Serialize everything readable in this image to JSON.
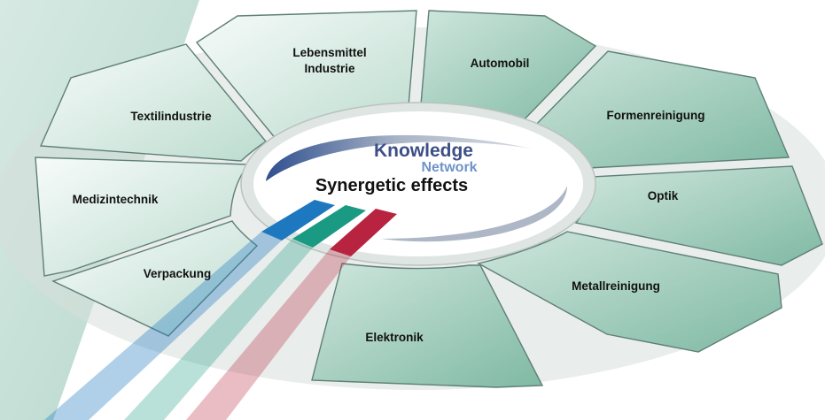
{
  "diagram": {
    "segments": [
      {
        "id": "lebensmittel",
        "lines": [
          "Lebensmittel",
          "Industrie"
        ]
      },
      {
        "id": "automobil",
        "lines": [
          "Automobil"
        ]
      },
      {
        "id": "formenreinigung",
        "lines": [
          "Formenreinigung"
        ]
      },
      {
        "id": "optik",
        "lines": [
          "Optik"
        ]
      },
      {
        "id": "metallreinigung",
        "lines": [
          "Metallreinigung"
        ]
      },
      {
        "id": "elektronik",
        "lines": [
          "Elektronik"
        ]
      },
      {
        "id": "verpackung",
        "lines": [
          "Verpackung"
        ]
      },
      {
        "id": "medizintechnik",
        "lines": [
          "Medizintechnik"
        ]
      },
      {
        "id": "textilindustrie",
        "lines": [
          "Textilindustrie"
        ]
      }
    ],
    "hub": {
      "line1": "Knowledge",
      "line2": "Network",
      "line3": "Synergetic effects"
    },
    "colors": {
      "segment_light": "#f4faf8",
      "segment_dark": "#8ec2b0",
      "segment_edge": "#6f8f86",
      "backdrop": "#cfe4dc",
      "ring_gray": "#9aa5b8",
      "ring_blue": "#4a6fb0",
      "stripe_blue": "#1e78c0",
      "stripe_green": "#1a9a82",
      "stripe_red": "#b82440"
    }
  }
}
